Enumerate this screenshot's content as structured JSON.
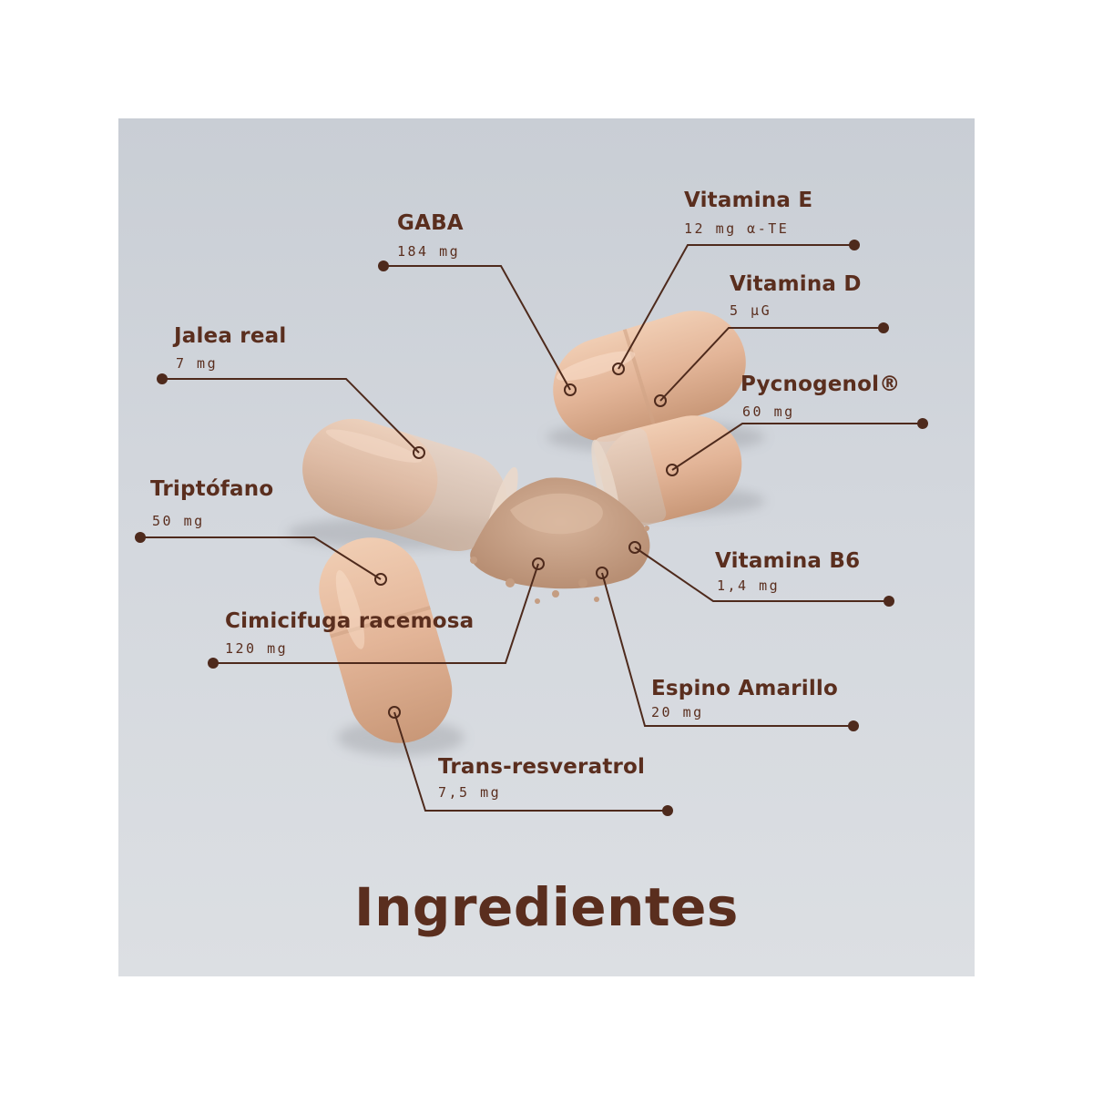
{
  "title": "Ingredientes",
  "colors": {
    "text": "#5a2e1e",
    "line": "#4e2a1c",
    "background": "#d2d6dc",
    "capsule": "#e3b89b",
    "powder": "#c9a389"
  },
  "ingredients": [
    {
      "name": "GABA",
      "dose": "184 mg"
    },
    {
      "name": "Vitamina E",
      "dose": "12 mg α-TE"
    },
    {
      "name": "Vitamina D",
      "dose": "5 µG"
    },
    {
      "name": "Jalea real",
      "dose": "7 mg"
    },
    {
      "name": "Pycnogenol®",
      "dose": "60 mg"
    },
    {
      "name": "Triptófano",
      "dose": "50 mg"
    },
    {
      "name": "Vitamina B6",
      "dose": "1,4 mg"
    },
    {
      "name": "Cimicifuga racemosa",
      "dose": "120 mg"
    },
    {
      "name": "Espino Amarillo",
      "dose": "20 mg"
    },
    {
      "name": "Trans-resveratrol",
      "dose": "7,5 mg"
    }
  ]
}
